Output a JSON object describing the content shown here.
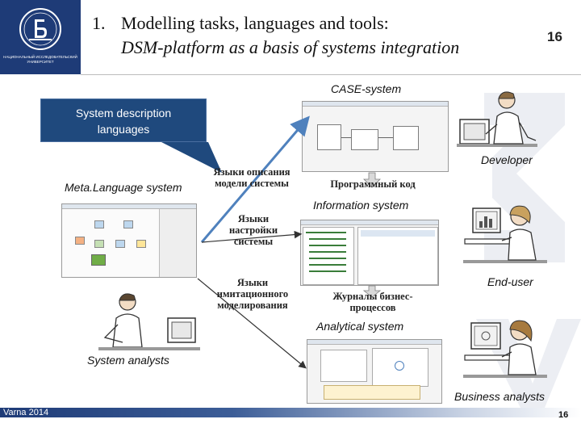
{
  "header": {
    "number": "1.",
    "title_line1": "Modelling tasks, languages and tools:",
    "title_line2": "DSM-platform as a basis of systems integration",
    "page_number": "16"
  },
  "logo": {
    "icon": "university-emblem-icon",
    "caption": "НАЦИОНАЛЬНЫЙ ИССЛЕДОВАТЕЛЬСКИЙ УНИВЕРСИТЕТ"
  },
  "callout": {
    "line1": "System description",
    "line2": "languages"
  },
  "labels": {
    "case_system": "CASE-system",
    "developer": "Developer",
    "meta_language_system": "Meta.Language system",
    "information_system": "Information system",
    "end_user": "End-user",
    "analytical_system": "Analytical system",
    "system_analysts": "System analysts",
    "business_analysts": "Business analysts"
  },
  "russian_labels": {
    "description_languages_1": "Языки описания",
    "description_languages_2": "модели системы",
    "program_code": "Программный код",
    "configuration_languages_1": "Языки",
    "configuration_languages_2": "настройки",
    "configuration_languages_3": "системы",
    "simulation_languages_1": "Языки",
    "simulation_languages_2": "имитационного",
    "simulation_languages_3": "моделирования",
    "process_logs": "Журналы бизнес-процессов"
  },
  "footer": {
    "label": "Varna 2014",
    "page_number": "16"
  },
  "colors": {
    "brand_navy": "#1e3b77",
    "callout_blue": "#1f497d",
    "arrow_blue": "#4f81bd"
  }
}
